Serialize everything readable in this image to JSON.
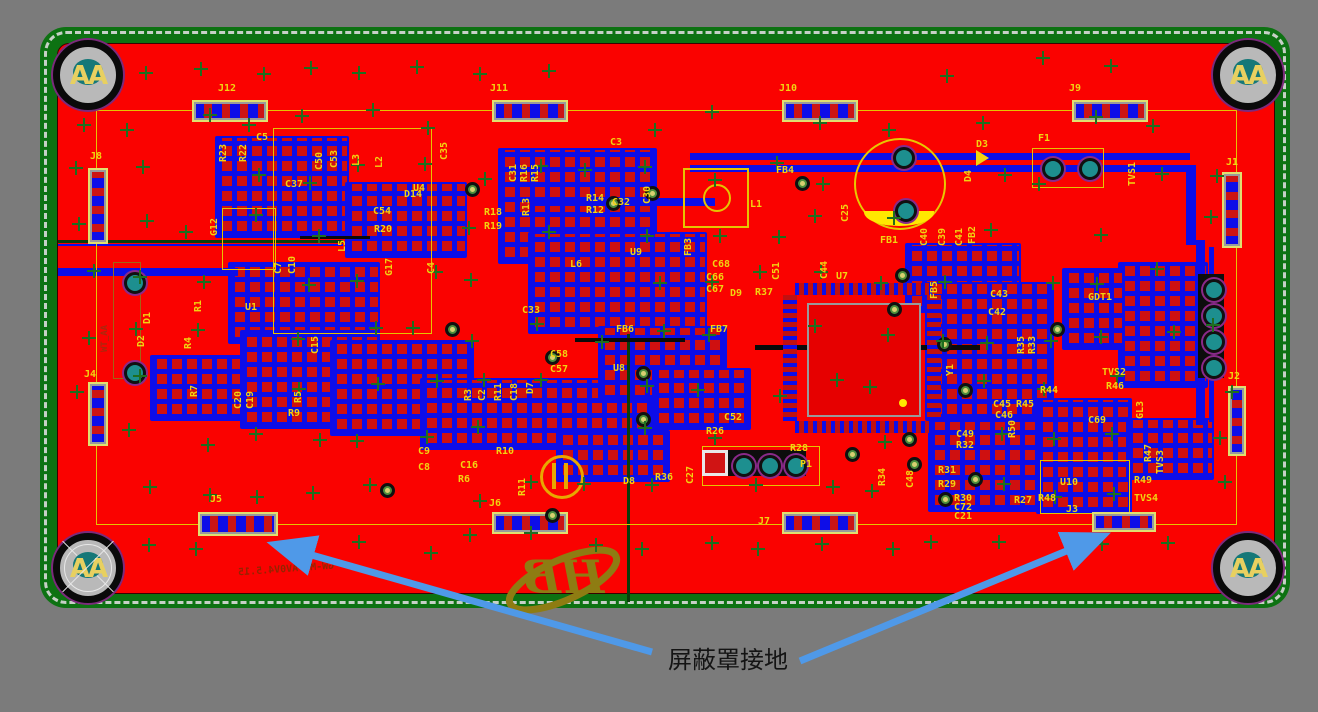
{
  "annotation": {
    "text": "屏蔽罩接地"
  },
  "logo": {
    "text": "HB"
  },
  "hole_label": "AA",
  "watermark": "GW-MV-AV0V4.5.15",
  "side_mark": "WT_AA",
  "colors": {
    "board_red": "#fa0200",
    "mask_green": "#0d7212",
    "trace_blue": "#0d0de8",
    "silk_yellow": "#f2d410",
    "arrow_blue": "#4f99e8",
    "logo_olive": "#8e7c12"
  },
  "designators": [
    [
      "J12",
      218,
      84,
      0
    ],
    [
      "J11",
      490,
      84,
      0
    ],
    [
      "J10",
      779,
      84,
      0
    ],
    [
      "J9",
      1069,
      84,
      0
    ],
    [
      "J8",
      90,
      152,
      0
    ],
    [
      "J4",
      84,
      370,
      0
    ],
    [
      "J5",
      210,
      495,
      0
    ],
    [
      "J6",
      489,
      499,
      0
    ],
    [
      "J7",
      758,
      517,
      0
    ],
    [
      "J3",
      1066,
      505,
      0
    ],
    [
      "J1",
      1226,
      158,
      0
    ],
    [
      "J2",
      1228,
      372,
      0
    ],
    [
      "R23",
      219,
      162,
      1
    ],
    [
      "R22",
      239,
      162,
      1
    ],
    [
      "C5",
      256,
      133,
      0
    ],
    [
      "C37",
      285,
      180,
      0
    ],
    [
      "C50",
      315,
      170,
      1
    ],
    [
      "C53",
      330,
      168,
      1
    ],
    [
      "L3",
      352,
      166,
      1
    ],
    [
      "L2",
      375,
      168,
      1
    ],
    [
      "C35",
      440,
      160,
      1
    ],
    [
      "C31",
      509,
      182,
      1
    ],
    [
      "R16",
      520,
      182,
      1
    ],
    [
      "R15",
      531,
      182,
      1
    ],
    [
      "D14",
      404,
      190,
      0
    ],
    [
      "U4",
      413,
      184,
      0
    ],
    [
      "C54",
      373,
      207,
      0
    ],
    [
      "R20",
      374,
      225,
      0
    ],
    [
      "R18",
      484,
      208,
      0
    ],
    [
      "R19",
      484,
      222,
      0
    ],
    [
      "G17",
      385,
      276,
      1
    ],
    [
      "C4",
      427,
      274,
      1
    ],
    [
      "G12",
      210,
      236,
      1
    ],
    [
      "L5",
      338,
      252,
      1
    ],
    [
      "R13",
      522,
      216,
      1
    ],
    [
      "R14",
      586,
      194,
      0
    ],
    [
      "R12",
      586,
      206,
      0
    ],
    [
      "C32",
      612,
      198,
      0
    ],
    [
      "C30",
      643,
      204,
      1
    ],
    [
      "C3",
      610,
      138,
      0
    ],
    [
      "FB4",
      776,
      166,
      0
    ],
    [
      "L1",
      750,
      200,
      0
    ],
    [
      "FB3",
      684,
      256,
      1
    ],
    [
      "U9",
      630,
      248,
      0
    ],
    [
      "L6",
      570,
      260,
      0
    ],
    [
      "C68",
      712,
      260,
      0
    ],
    [
      "C66",
      706,
      273,
      0
    ],
    [
      "C67",
      706,
      285,
      0
    ],
    [
      "D9",
      730,
      289,
      0
    ],
    [
      "R37",
      755,
      288,
      0
    ],
    [
      "C51",
      772,
      280,
      1
    ],
    [
      "C33",
      522,
      306,
      0
    ],
    [
      "FB6",
      616,
      325,
      0
    ],
    [
      "FB7",
      710,
      325,
      0
    ],
    [
      "U1",
      245,
      303,
      0
    ],
    [
      "D1",
      143,
      324,
      1
    ],
    [
      "D2",
      137,
      347,
      1
    ],
    [
      "R1",
      194,
      312,
      1
    ],
    [
      "R4",
      184,
      349,
      1
    ],
    [
      "R7",
      190,
      397,
      1
    ],
    [
      "R5",
      294,
      403,
      1
    ],
    [
      "R9",
      288,
      409,
      0
    ],
    [
      "C15",
      311,
      354,
      1
    ],
    [
      "C7",
      274,
      274,
      1
    ],
    [
      "C10",
      288,
      274,
      1
    ],
    [
      "C20",
      234,
      409,
      1
    ],
    [
      "C19",
      246,
      409,
      1
    ],
    [
      "C58",
      550,
      350,
      0
    ],
    [
      "C57",
      550,
      365,
      0
    ],
    [
      "U8",
      613,
      364,
      0
    ],
    [
      "R3",
      464,
      401,
      1
    ],
    [
      "C2",
      478,
      401,
      1
    ],
    [
      "R11",
      494,
      401,
      1
    ],
    [
      "C18",
      510,
      401,
      1
    ],
    [
      "D7",
      526,
      394,
      1
    ],
    [
      "R10",
      496,
      447,
      0
    ],
    [
      "C16",
      460,
      461,
      0
    ],
    [
      "R6",
      458,
      475,
      0
    ],
    [
      "C9",
      418,
      447,
      0
    ],
    [
      "C8",
      418,
      463,
      0
    ],
    [
      "R11",
      518,
      496,
      1
    ],
    [
      "D8",
      623,
      477,
      0
    ],
    [
      "R36",
      655,
      473,
      0
    ],
    [
      "C27",
      686,
      484,
      1
    ],
    [
      "R26",
      706,
      427,
      0
    ],
    [
      "C52",
      724,
      413,
      0
    ],
    [
      "R28",
      790,
      444,
      0
    ],
    [
      "P1",
      800,
      460,
      0
    ],
    [
      "C44",
      820,
      279,
      1
    ],
    [
      "U7",
      836,
      272,
      0
    ],
    [
      "FB5",
      930,
      299,
      1
    ],
    [
      "C43",
      990,
      290,
      0
    ],
    [
      "C42",
      988,
      308,
      0
    ],
    [
      "R35",
      1017,
      354,
      1
    ],
    [
      "R33",
      1028,
      354,
      1
    ],
    [
      "Y1",
      946,
      376,
      1
    ],
    [
      "R44",
      1040,
      386,
      0
    ],
    [
      "R45",
      1016,
      400,
      0
    ],
    [
      "C45",
      993,
      400,
      0
    ],
    [
      "C46",
      995,
      411,
      0
    ],
    [
      "R50",
      1008,
      438,
      1
    ],
    [
      "C49",
      956,
      430,
      0
    ],
    [
      "R32",
      956,
      441,
      0
    ],
    [
      "R31",
      938,
      466,
      0
    ],
    [
      "R29",
      938,
      480,
      0
    ],
    [
      "R30",
      954,
      494,
      0
    ],
    [
      "C72",
      954,
      503,
      0
    ],
    [
      "C21",
      954,
      512,
      0
    ],
    [
      "R27",
      1014,
      496,
      0
    ],
    [
      "R48",
      1038,
      494,
      0
    ],
    [
      "U10",
      1060,
      478,
      0
    ],
    [
      "R34",
      878,
      486,
      1
    ],
    [
      "C48",
      906,
      488,
      1
    ],
    [
      "FB1",
      880,
      236,
      0
    ],
    [
      "C40",
      920,
      246,
      1
    ],
    [
      "C39",
      938,
      246,
      1
    ],
    [
      "C41",
      955,
      246,
      1
    ],
    [
      "FB2",
      968,
      244,
      1
    ],
    [
      "C25",
      841,
      222,
      1
    ],
    [
      "D3",
      976,
      140,
      0
    ],
    [
      "D4",
      964,
      182,
      1
    ],
    [
      "F1",
      1038,
      134,
      0
    ],
    [
      "TVS1",
      1128,
      186,
      1
    ],
    [
      "GDT1",
      1088,
      293,
      0
    ],
    [
      "TVS2",
      1102,
      368,
      0
    ],
    [
      "R46",
      1106,
      382,
      0
    ],
    [
      "C69",
      1088,
      416,
      0
    ],
    [
      "GL3",
      1136,
      419,
      1
    ],
    [
      "R47",
      1144,
      462,
      1
    ],
    [
      "TVS3",
      1156,
      474,
      1
    ],
    [
      "R49",
      1134,
      476,
      0
    ],
    [
      "TVS4",
      1134,
      494,
      0
    ]
  ]
}
